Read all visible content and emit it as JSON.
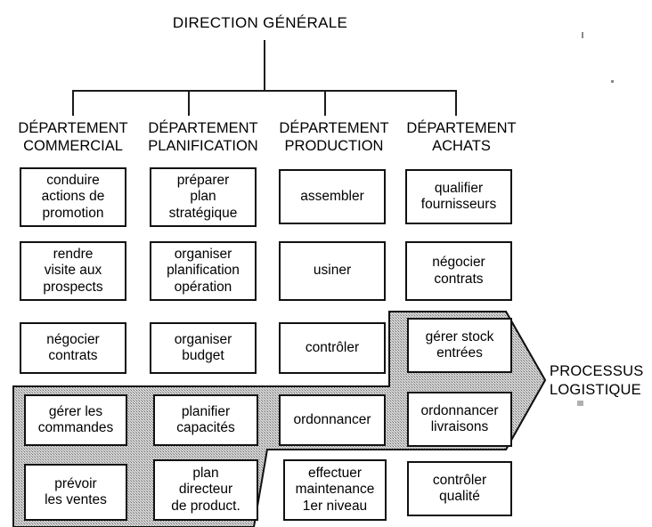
{
  "diagram": {
    "root": {
      "title": "DIRECTION GÉNÉRALE"
    },
    "departments": [
      {
        "line1": "DÉPARTEMENT",
        "line2": "COMMERCIAL"
      },
      {
        "line1": "DÉPARTEMENT",
        "line2": "PLANIFICATION"
      },
      {
        "line1": "DÉPARTEMENT",
        "line2": "PRODUCTION"
      },
      {
        "line1": "DÉPARTEMENT",
        "line2": "ACHATS"
      }
    ],
    "activities": {
      "commercial": [
        {
          "lines": [
            "conduire",
            "actions de",
            "promotion"
          ]
        },
        {
          "lines": [
            "rendre",
            "visite aux",
            "prospects"
          ]
        },
        {
          "lines": [
            "négocier",
            "contrats"
          ]
        },
        {
          "lines": [
            "gérer les",
            "commandes"
          ]
        },
        {
          "lines": [
            "prévoir",
            "les ventes"
          ]
        }
      ],
      "planification": [
        {
          "lines": [
            "préparer",
            "plan",
            "stratégique"
          ]
        },
        {
          "lines": [
            "organiser",
            "planification",
            "opération"
          ]
        },
        {
          "lines": [
            "organiser",
            "budget"
          ]
        },
        {
          "lines": [
            "planifier",
            "capacités"
          ]
        },
        {
          "lines": [
            "plan",
            "directeur",
            "de product."
          ]
        }
      ],
      "production": [
        {
          "lines": [
            "assembler"
          ]
        },
        {
          "lines": [
            "usiner"
          ]
        },
        {
          "lines": [
            "contrôler"
          ]
        },
        {
          "lines": [
            "ordonnancer"
          ]
        },
        {
          "lines": [
            "effectuer",
            "maintenance",
            "1er niveau"
          ]
        }
      ],
      "achats": [
        {
          "lines": [
            "qualifier",
            "fournisseurs"
          ]
        },
        {
          "lines": [
            "négocier",
            "contrats"
          ]
        },
        {
          "lines": [
            "gérer stock",
            "entrées"
          ]
        },
        {
          "lines": [
            "ordonnancer",
            "livraisons"
          ]
        },
        {
          "lines": [
            "contrôler",
            "qualité"
          ]
        }
      ]
    },
    "process_arrow": {
      "label_line1": "PROCESSUS",
      "label_line2": "LOGISTIQUE",
      "fill_color": "#c9c9c9",
      "stroke_color": "#111111"
    },
    "colors": {
      "background": "#ffffff",
      "line": "#1a1a1a",
      "box_border": "#111111",
      "text": "#000000"
    }
  }
}
